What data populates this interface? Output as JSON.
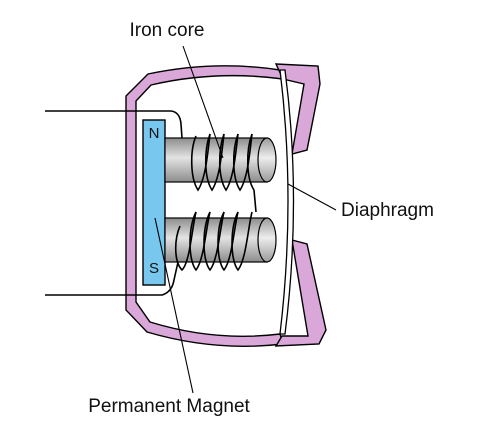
{
  "labels": {
    "iron_core": "Iron core",
    "diaphragm": "Diaphragm",
    "permanent_magnet": "Permanent Magnet",
    "north_pole": "N",
    "south_pole": "S"
  },
  "colors": {
    "housing": "#D9A7D8",
    "magnet": "#77C7EE",
    "core_dark": "#8C8C8C",
    "core_light": "#E3E3E3",
    "outline": "#000000",
    "background": "#FFFFFF"
  }
}
